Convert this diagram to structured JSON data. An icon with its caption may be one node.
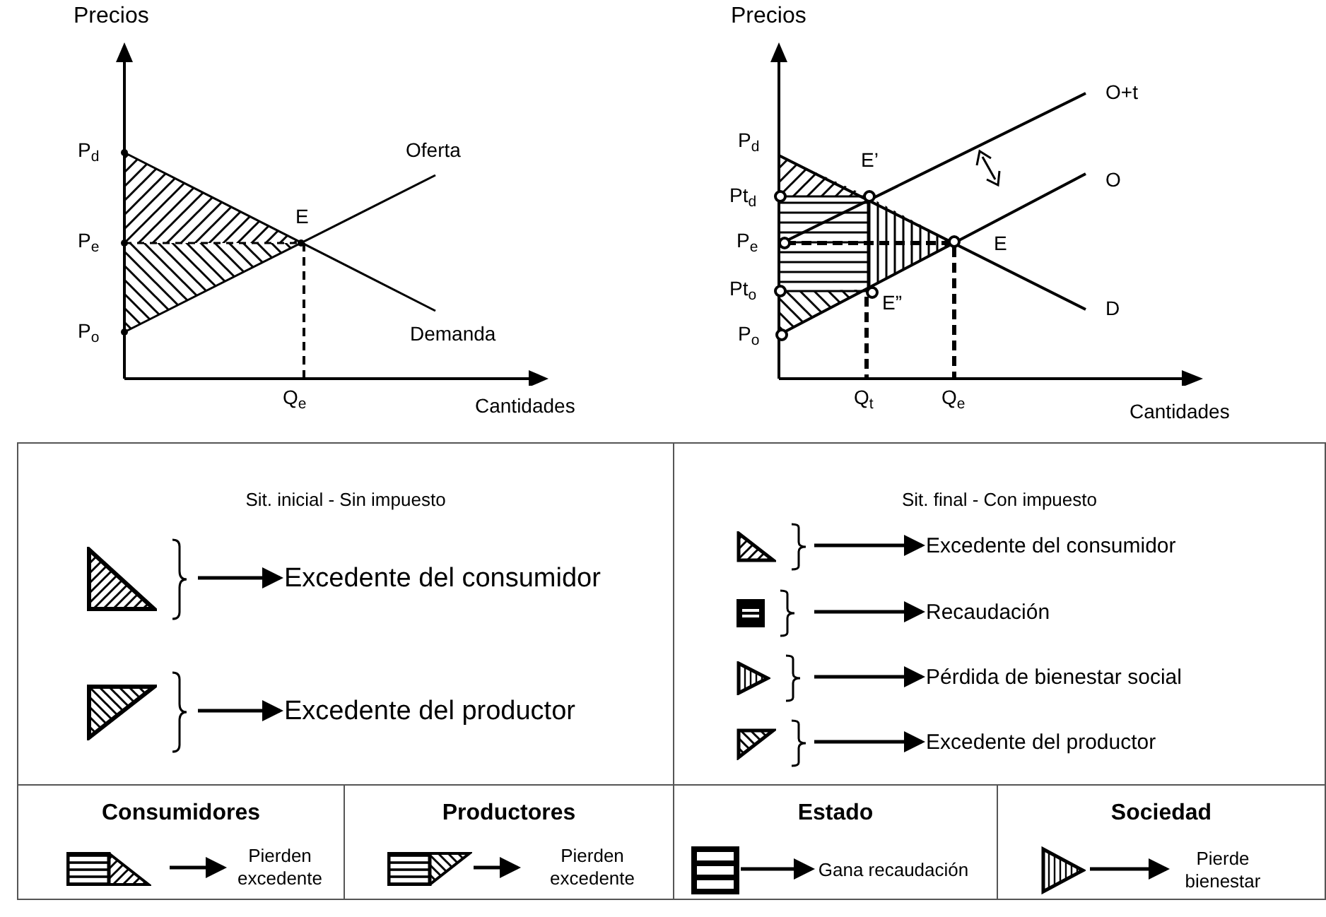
{
  "diagram": {
    "nodes": [
      {
        "text": [
          "Sit. inicial - Sin impuesto"
        ]
      },
      {
        "text": [],
        "shape": "triangle",
        "in": 0
      },
      {
        "text": [
          "Excedente del consumidor"
        ],
        "in": 0
      },
      {
        "text": [],
        "shape": "triangle",
        "in": 0
      },
      {
        "text": [
          "Excedente del productor"
        ],
        "in": 0
      },
      {
        "text": [
          "Sit. final - Con impuesto"
        ]
      },
      {
        "text": [],
        "shape": "triangle",
        "in": 5
      },
      {
        "text": [
          "Excedente del consumidor"
        ],
        "in": 5
      },
      {
        "text": [],
        "shape": "box",
        "in": 5
      },
      {
        "text": [
          "Recaudación"
        ],
        "in": 5
      },
      {
        "text": [],
        "shape": "triangle",
        "in": 5
      },
      {
        "text": [
          "Pérdida de bienestar social"
        ],
        "in": 5
      },
      {
        "text": [],
        "shape": "triangle",
        "in": 5
      },
      {
        "text": [
          "Excedente del productor"
        ],
        "in": 5
      },
      {
        "text": [
          "Consumidores"
        ]
      },
      {
        "text": [],
        "shape": "box",
        "in": 14
      },
      {
        "text": [
          "Pierden excedente"
        ],
        "in": 14
      },
      {
        "text": [
          "Productores"
        ]
      },
      {
        "text": [],
        "shape": "box",
        "in": 17
      },
      {
        "text": [
          "Pierden excedente"
        ],
        "in": 17
      },
      {
        "text": [
          "Estado"
        ]
      },
      {
        "text": [],
        "shape": "box",
        "in": 20
      },
      {
        "text": [
          "Gana recaudación"
        ],
        "in": 20
      },
      {
        "text": [
          "Sociedad"
        ]
      },
      {
        "text": [],
        "shape": "triangle",
        "in": 23
      },
      {
        "text": [
          "Pierde bienestar"
        ],
        "in": 23
      }
    ],
    "edges": [
      {
        "from": 1,
        "to": 2,
        "arrow": "to"
      },
      {
        "from": 3,
        "to": 4,
        "arrow": "to"
      },
      {
        "from": 6,
        "to": 7,
        "arrow": "to"
      },
      {
        "from": 8,
        "to": 9,
        "arrow": "to"
      },
      {
        "from": 10,
        "to": 11,
        "arrow": "to"
      },
      {
        "from": 12,
        "to": 13,
        "arrow": "to"
      },
      {
        "from": 15,
        "to": 16,
        "arrow": "to"
      },
      {
        "from": 18,
        "to": 19,
        "arrow": "to"
      },
      {
        "from": 21,
        "to": 22,
        "arrow": "to"
      },
      {
        "from": 24,
        "to": 25,
        "arrow": "to"
      }
    ],
    "labels": [
      "Precios",
      "P$_{d}$",
      "Oferta",
      "E",
      "P$_{e}$",
      "P$_{o}$",
      "Demanda",
      "Q$_{e}$",
      "Cantidades",
      "Precios",
      "P$_{d}$",
      "O+t",
      "E’",
      "Pt$_{d}$",
      "O",
      "P$_{e}$",
      "E",
      "Pt$_{o}$",
      "E”",
      "D",
      "P$_{o}$",
      "Q$_{t}$",
      "Q$_{e}$",
      "Cantidades"
    ]
  }
}
